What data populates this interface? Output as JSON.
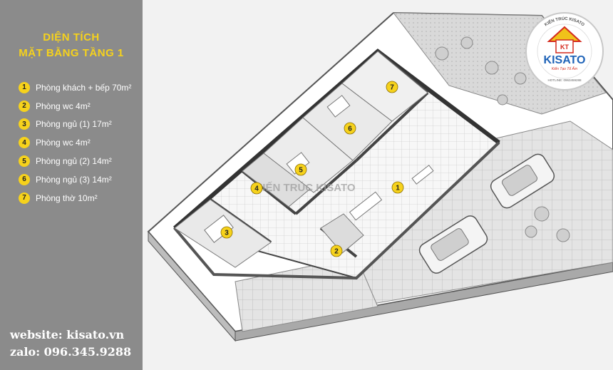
{
  "sidebar": {
    "title_line1": "DIỆN TÍCH",
    "title_line2": "MẶT BẰNG TẦNG 1",
    "legend": [
      {
        "num": "1",
        "label": "Phòng khách + bếp 70m²"
      },
      {
        "num": "2",
        "label": "Phòng wc 4m²"
      },
      {
        "num": "3",
        "label": "Phòng ngủ (1) 17m²"
      },
      {
        "num": "4",
        "label": "Phòng wc 4m²"
      },
      {
        "num": "5",
        "label": "Phòng ngủ (2) 14m²"
      },
      {
        "num": "6",
        "label": "Phòng ngủ (3) 14m²"
      },
      {
        "num": "7",
        "label": "Phòng thờ 10m²"
      }
    ],
    "website": "website: kisato.vn",
    "zalo": "zalo: 096.345.9288"
  },
  "plan": {
    "watermark": "KIẾN TRÚC KISATO",
    "markers": [
      "1",
      "2",
      "3",
      "4",
      "5",
      "6",
      "7"
    ]
  },
  "logo": {
    "badge": "KT",
    "brand": "KISATO",
    "ring_text": "KIẾN TRÚC KISATO",
    "slogan": "Kiến Tạo Tổ Ấm",
    "hotline": "HOTLINE: 0963459288"
  },
  "colors": {
    "panel_bg": "#8b8b8b",
    "accent_yellow": "#f6d21c",
    "brand_blue": "#1f63b8",
    "brand_red": "#d42a1e"
  }
}
